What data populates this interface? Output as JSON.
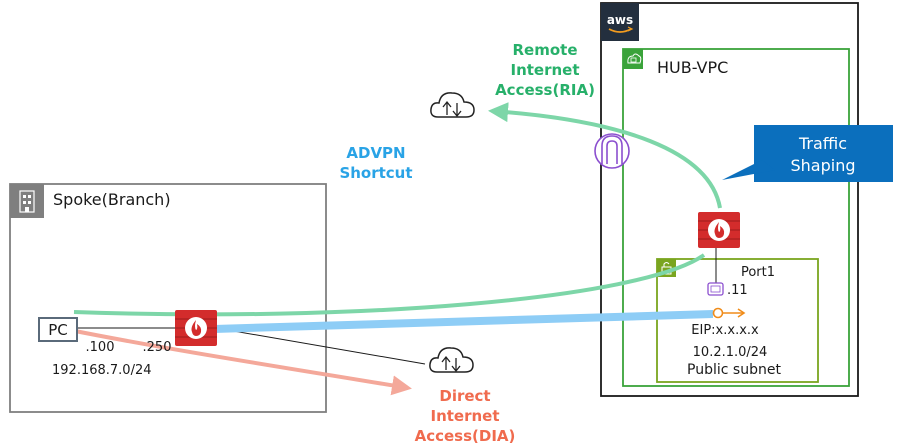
{
  "aws": {
    "logo": "aws"
  },
  "hub_vpc": {
    "title": "HUB-VPC"
  },
  "spoke": {
    "title": "Spoke(Branch)"
  },
  "pc": {
    "label": "PC"
  },
  "spoke_fw": {
    "ip_pc": ".100",
    "ip_fw": ".250",
    "network": "192.168.7.0/24"
  },
  "remote_access": {
    "line1": "Remote",
    "line2": "Internet",
    "line3": "Access(RIA)"
  },
  "advpn": {
    "line1": "ADVPN",
    "line2": "Shortcut"
  },
  "traffic_shaping": {
    "line1": "Traffic",
    "line2": "Shaping"
  },
  "subnet": {
    "port": "Port1",
    "port_ip": ".11",
    "eip": "EIP:x.x.x.x",
    "cidr": "10.2.1.0/24",
    "name": "Public subnet"
  },
  "direct_access": {
    "line1": "Direct",
    "line2": "Internet",
    "line3": "Access(DIA)"
  },
  "colors": {
    "green_path": "#7dd6a8",
    "blue_tunnel": "#8ecdf6",
    "red_path": "#f4a89a",
    "vpc_green": "#3aa33a",
    "subnet_green": "#7aa51f",
    "callout_blue": "#0b6fbd",
    "label_green": "#27b06a",
    "label_blue": "#29a3e6",
    "label_red": "#f06b4e",
    "firewall_red": "#d32c2c",
    "purple": "#8b4fcf",
    "orange": "#f08c1a"
  }
}
